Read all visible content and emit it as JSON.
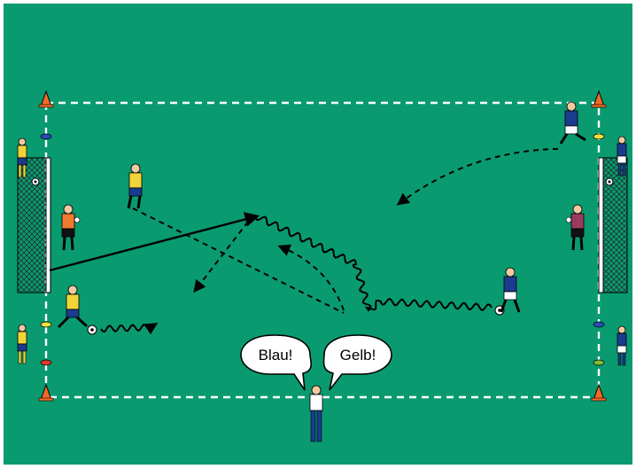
{
  "diagram": {
    "colors": {
      "pitch": "#0a9a70",
      "field_line": "#ffffff",
      "blue_team": "#1b3b8f",
      "yellow_team": "#f2d338",
      "goalkeeper_orange": "#f07a30",
      "goalkeeper_purple": "#9a3a5e",
      "coach_shirt": "#ffffff",
      "cone": "#f26a28",
      "marker_blue": "#2b4bb8",
      "marker_yellow": "#f2e23a",
      "marker_red": "#e23a2a",
      "marker_green": "#7fbf3a"
    },
    "bubbles": [
      {
        "text": "Blau!"
      },
      {
        "text": "Gelb!"
      }
    ],
    "legend_icons": [
      "cone",
      "flat-marker",
      "goal",
      "ball",
      "player",
      "dribble-path",
      "pass-arrow",
      "run-arrow"
    ]
  }
}
